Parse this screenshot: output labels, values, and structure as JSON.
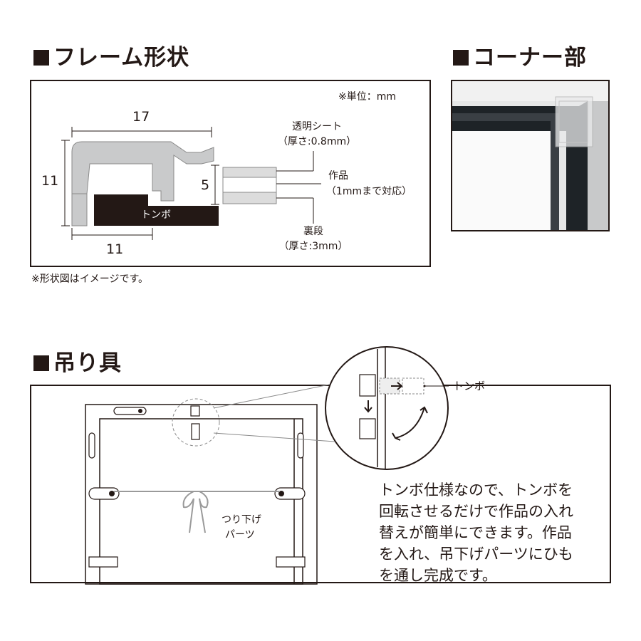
{
  "frame_shape": {
    "heading": "フレーム形状",
    "unit_note": "※単位：mm",
    "dim_top": "17",
    "dim_left": "11",
    "dim_bottom": "11",
    "dim_right": "5",
    "tonbo_label": "トンボ",
    "sheet_label": "透明シート",
    "sheet_detail": "（厚さ:0.8mm）",
    "work_label": "作品",
    "work_detail": "（1mmまで対応）",
    "back_label": "裏段",
    "back_detail": "（厚さ:3mm）",
    "note": "※形状図はイメージです。"
  },
  "corner": {
    "heading": "コーナー部"
  },
  "hanger": {
    "heading": "吊り具",
    "tonbo_label": "トンボ",
    "string_label_line1": "つり下げ",
    "string_label_line2": "パーツ",
    "description_lines": [
      "トンボ仕様なので、トンボを",
      "回転させるだけで作品の入れ",
      "替えが簡単にできます。作品",
      "を入れ、吊下げパーツにひも",
      "を通し完成です。"
    ]
  },
  "colors": {
    "ink": "#231815",
    "aluminum": "#c9cacb",
    "frame_dark": "#1e2327",
    "line_gray": "#8a8a8a"
  }
}
